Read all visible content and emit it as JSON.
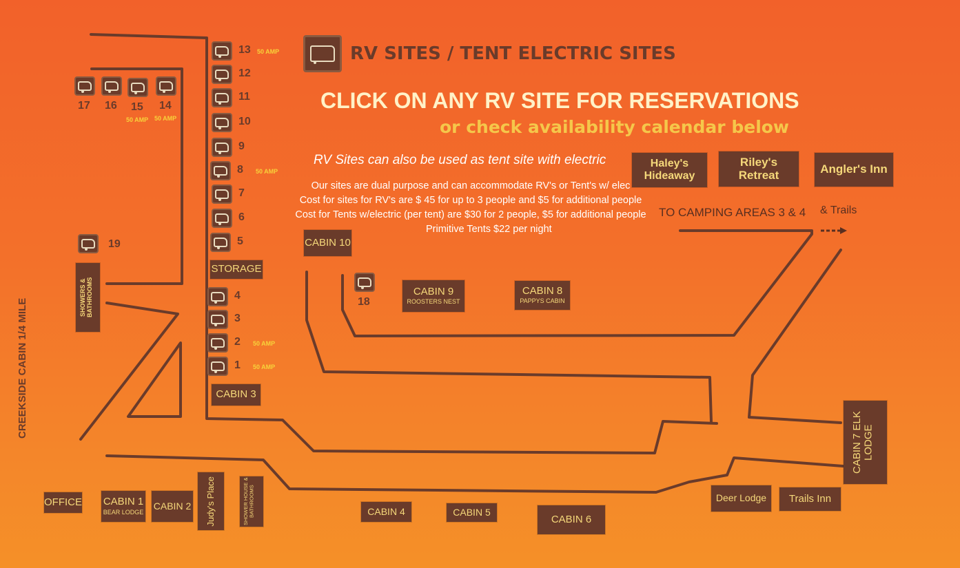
{
  "header": {
    "title": "RV SITES / TENT ELECTRIC SITES",
    "cta": "CLICK ON ANY RV SITE FOR RESERVATIONS",
    "cta_sub": "or check availability calendar below",
    "tent_note": "RV Sites can also be used as tent site with electric",
    "info": [
      "Our sites are dual purpose and can accommodate RV's or Tent's w/ elec",
      "Cost for sites for RV's are $ 45 for up to 3 people and $5 for additional people",
      "Cost for Tents w/electric (per tent) are $30 for 2 people, $5 for additional people",
      "Primitive Tents $22 per night"
    ]
  },
  "directions": {
    "camping": "TO CAMPING AREAS 3  & 4",
    "trails": "& Trails",
    "creekside": "CREEKSIDE CABIN 1/4 MILE"
  },
  "amp_label": "50 AMP",
  "rv_sites": [
    {
      "num": "13",
      "amp": true
    },
    {
      "num": "12",
      "amp": false
    },
    {
      "num": "11",
      "amp": false
    },
    {
      "num": "10",
      "amp": false
    },
    {
      "num": "9",
      "amp": false
    },
    {
      "num": "8",
      "amp": true
    },
    {
      "num": "7",
      "amp": false
    },
    {
      "num": "6",
      "amp": false
    },
    {
      "num": "5",
      "amp": false
    },
    {
      "num": "4",
      "amp": false
    },
    {
      "num": "3",
      "amp": false
    },
    {
      "num": "2",
      "amp": true
    },
    {
      "num": "1",
      "amp": true
    },
    {
      "num": "17",
      "amp": false
    },
    {
      "num": "16",
      "amp": false
    },
    {
      "num": "15",
      "amp": true
    },
    {
      "num": "14",
      "amp": true
    },
    {
      "num": "19",
      "amp": false
    },
    {
      "num": "18",
      "amp": false
    }
  ],
  "buildings": {
    "haleys": "Haley's Hideaway",
    "rileys": "Riley's Retreat",
    "anglers": "Angler's Inn",
    "cabin10": "CABIN 10",
    "storage": "STORAGE",
    "cabin9": "CABIN 9",
    "cabin9_sub": "ROOSTERS NEST",
    "cabin8": "CABIN 8",
    "cabin8_sub": "PAPPYS CABIN",
    "showers": "SHOWERS & BATHROOMS",
    "cabin3": "CABIN 3",
    "cabin7": "CABIN 7 ELK LODGE",
    "office": "OFFICE",
    "cabin1": "CABIN 1",
    "cabin1_sub": "BEAR LODGE",
    "cabin2": "CABIN 2",
    "judys": "Judy's Place",
    "showerhouse": "SHOWER HOUSE & BATHROOMS",
    "cabin4": "CABIN 4",
    "cabin5": "CABIN 5",
    "cabin6": "CABIN 6",
    "deer": "Deer Lodge",
    "trails_inn": "Trails Inn"
  },
  "colors": {
    "road": "#6a3b2a",
    "box": "#6a3b2a",
    "box_text": "#f5d87a",
    "amp": "#f7d23a",
    "title": "#6a3b2a",
    "sub": "#f5c74a"
  },
  "icons": {
    "rv": "rv-trailer-icon",
    "arrow": "dashed-arrow-icon"
  }
}
